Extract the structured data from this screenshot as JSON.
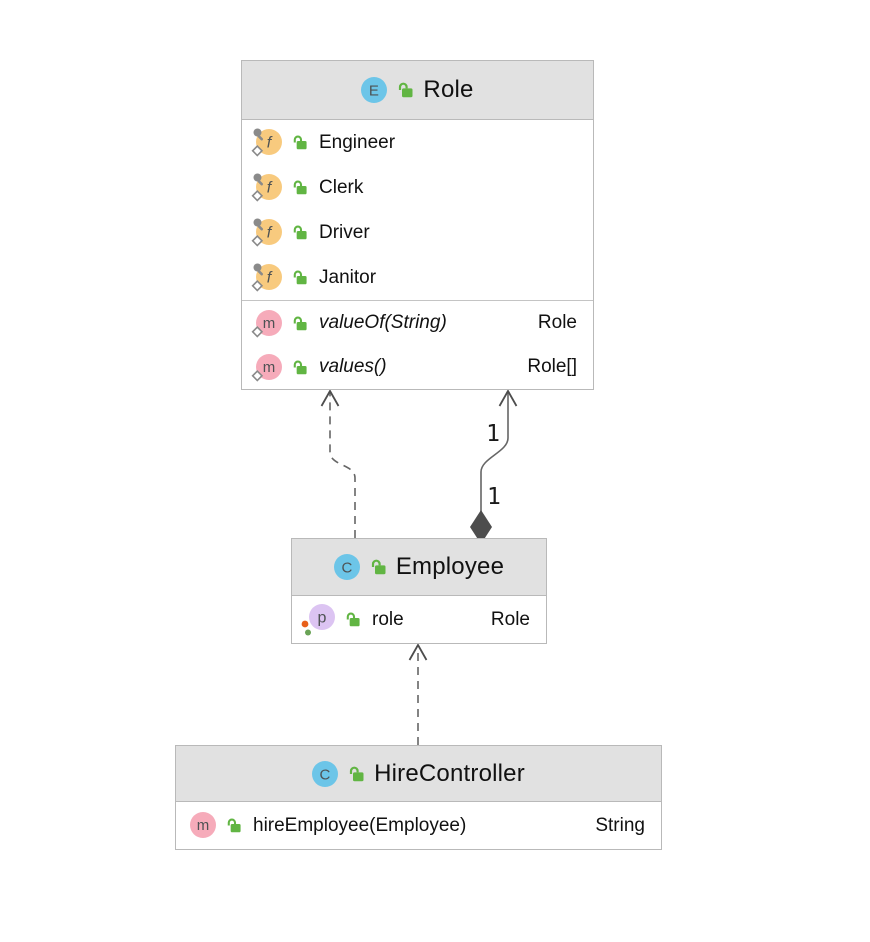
{
  "icons": {
    "enum_letter": "E",
    "class_letter": "C",
    "field_letter": "f",
    "method_letter": "m",
    "property_letter": "p"
  },
  "colors": {
    "enum_icon": "#6cc5e8",
    "class_icon": "#6cc5e8",
    "field_icon": "#f8ca7e",
    "method_icon": "#f6abba",
    "property_icon": "#dcc4f2",
    "lock_icon": "#61b543",
    "header_background": "#e1e1e1",
    "box_border": "#b9b9b9",
    "edge_line": "#666666",
    "edge_marker": "#4d4d4d"
  },
  "role_class": {
    "title": "Role",
    "fields": [
      "Engineer",
      "Clerk",
      "Driver",
      "Janitor"
    ],
    "methods": [
      {
        "name": "valueOf(String)",
        "type": "Role"
      },
      {
        "name": "values()",
        "type": "Role[]"
      }
    ]
  },
  "employee_class": {
    "title": "Employee",
    "properties": [
      {
        "name": "role",
        "type": "Role"
      }
    ]
  },
  "hire_controller_class": {
    "title": "HireController",
    "methods": [
      {
        "name": "hireEmployee(Employee)",
        "type": "String"
      }
    ]
  },
  "relations": {
    "composition_employee_role": {
      "target_multiplicity": "1",
      "source_multiplicity": "1"
    }
  }
}
